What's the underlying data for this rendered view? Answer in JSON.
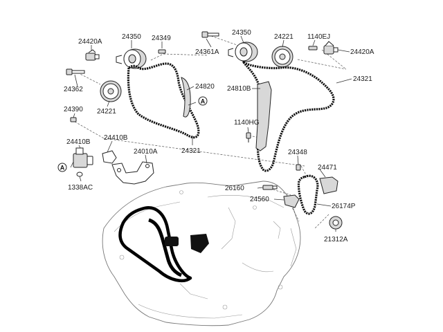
{
  "part_labels": {
    "l24420A_left": "24420A",
    "l24350_left": "24350",
    "l24349": "24349",
    "l24350_right": "24350",
    "l24361A": "24361A",
    "l24221_right": "24221",
    "l1140EJ": "1140EJ",
    "l24420A_right": "24420A",
    "l24362": "24362",
    "l24820": "24820",
    "l24810B": "24810B",
    "l24321_right": "24321",
    "l24390": "24390",
    "l24221_left": "24221",
    "l1140HG": "1140HG",
    "l24410B_left": "24410B",
    "l24410B_mid": "24410B",
    "l24010A": "24010A",
    "l24321_center": "24321",
    "l24348": "24348",
    "l24471": "24471",
    "l1338AC": "1338AC",
    "l26160": "26160",
    "l24560": "24560",
    "l26174P": "26174P",
    "l21312A": "21312A"
  },
  "reference_markers": {
    "ref_a_top": "A",
    "ref_a_left": "A"
  }
}
